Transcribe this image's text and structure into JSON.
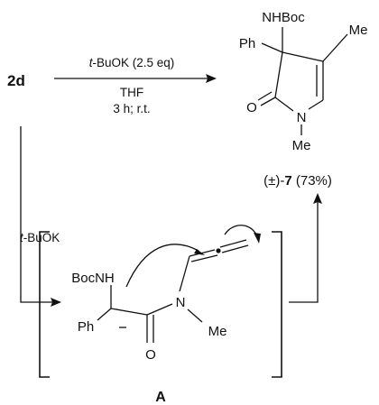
{
  "start": {
    "label": "2d"
  },
  "reaction": {
    "reagent": "t-BuOK (2.5 eq)",
    "reagent_italic": "t",
    "reagent_rest": "-BuOK (2.5 eq)",
    "solvent": "THF",
    "conditions": "3 h; r.t."
  },
  "side_reagent": {
    "italic": "t",
    "rest": "-BuOK"
  },
  "product": {
    "substituent_top": "NHBoc",
    "substituent_left": "Ph",
    "substituent_right": "Me",
    "carbonyl_o": "O",
    "ring_n": "N",
    "n_methyl": "Me",
    "label_prefix": "(±)-",
    "label_num": "7",
    "label_yield": " (73%)"
  },
  "intermediate": {
    "label": "A",
    "boc": "BocNH",
    "ph": "Ph",
    "n": "N",
    "me": "Me",
    "o": "O"
  }
}
